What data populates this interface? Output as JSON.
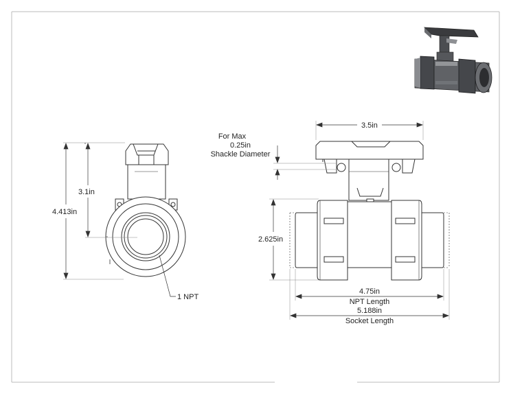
{
  "front_view": {
    "height_total": "4.413in",
    "height_center": "3.1in",
    "port_label": "1 NPT"
  },
  "side_view": {
    "width_handle": "3.5in",
    "shackle_line1": "For Max",
    "shackle_line2": "0.25in",
    "shackle_line3": "Shackle Diameter",
    "body_height": "2.625in",
    "npt_length_value": "4.75in",
    "npt_length_label": "NPT Length",
    "socket_length_value": "5.188in",
    "socket_length_label": "Socket Length"
  },
  "colors": {
    "line": "#333333",
    "body_fill": "#ffffff",
    "render_body": "#5f6166",
    "render_dark": "#2c2d30",
    "render_light": "#a9abae"
  }
}
